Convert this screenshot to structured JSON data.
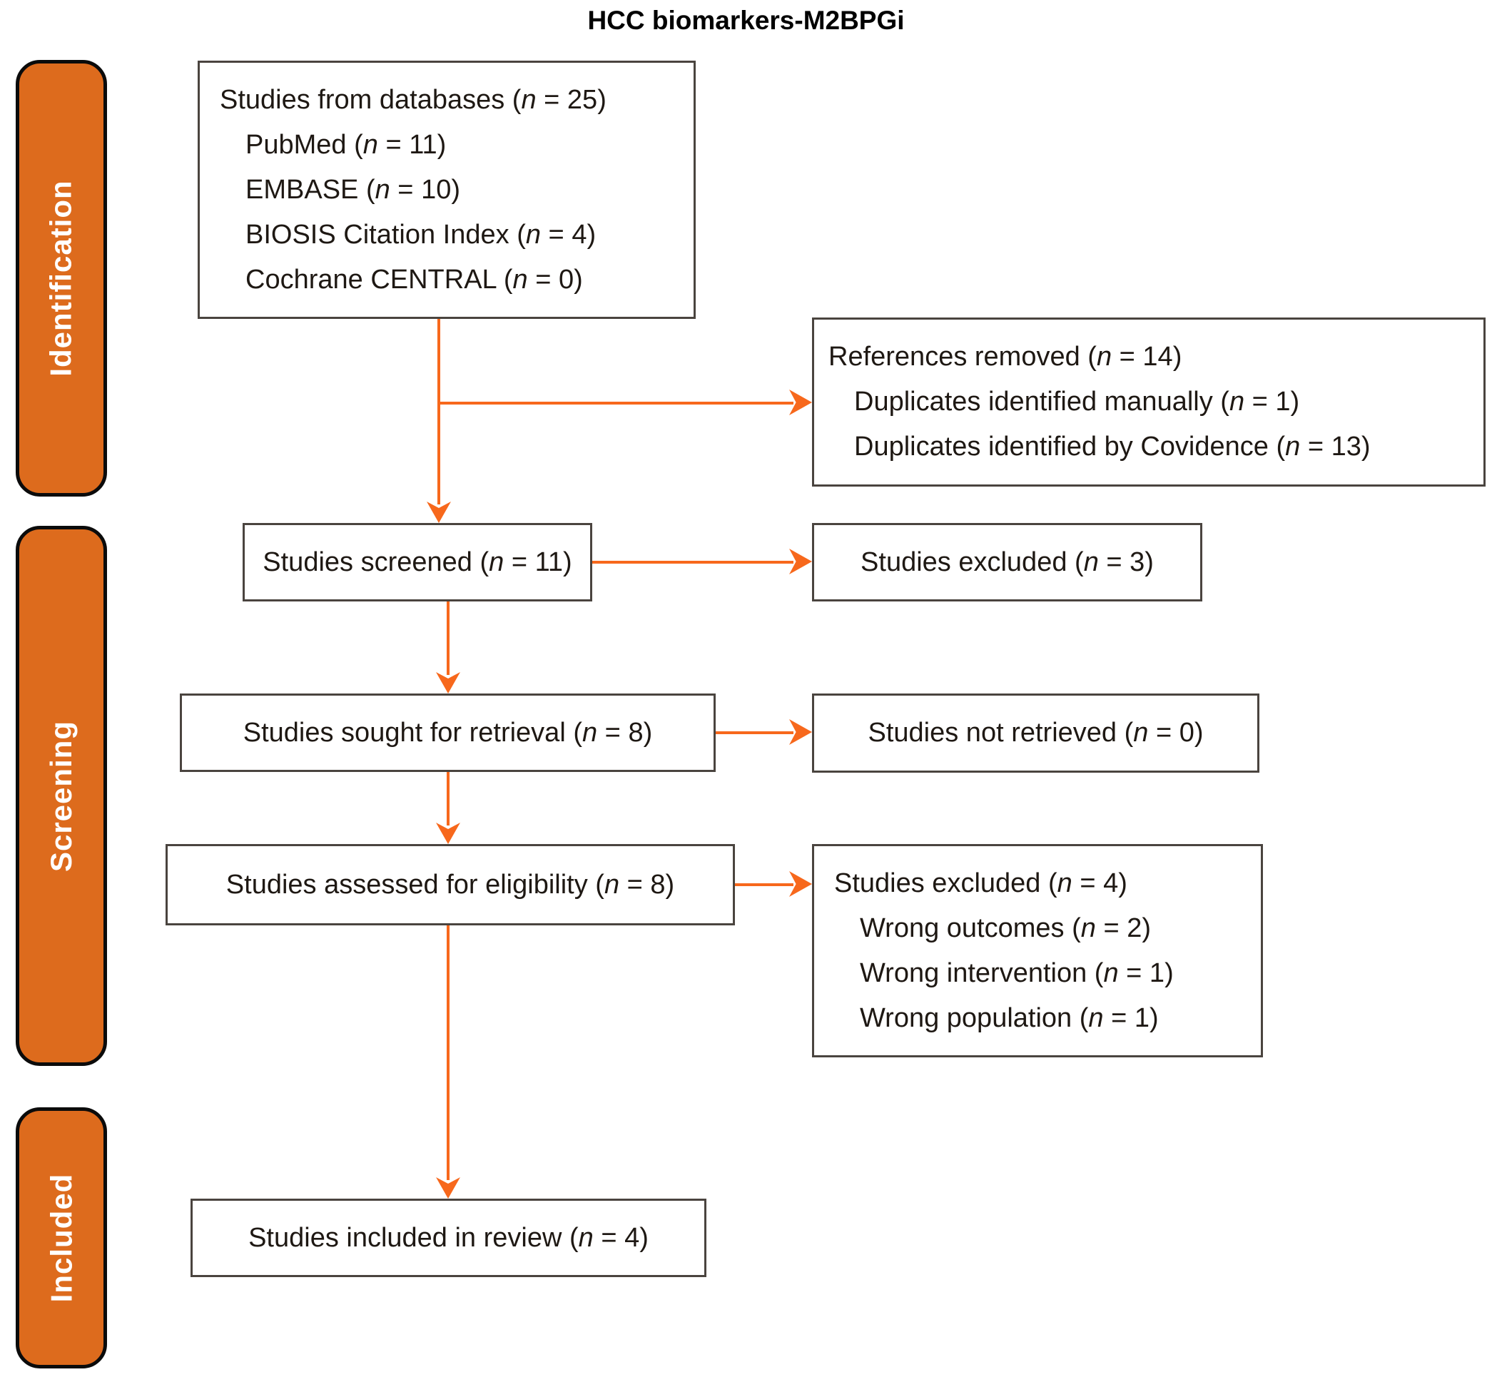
{
  "title": "HCC biomarkers-M2BPGi",
  "n_symbol": "n",
  "colors": {
    "accent_orange": "#f7681c",
    "stage_fill": "#dd6b1d",
    "box_border": "#4a443f",
    "text": "#1e1813"
  },
  "stages": [
    {
      "label": "Identification"
    },
    {
      "label": "Screening"
    },
    {
      "label": "Included"
    }
  ],
  "boxes": [
    {
      "id": "databases",
      "lines": [
        {
          "text": "Studies from databases",
          "n": "25",
          "indent": false
        },
        {
          "text": "PubMed",
          "n": "11",
          "indent": true
        },
        {
          "text": "EMBASE",
          "n": "10",
          "indent": true
        },
        {
          "text": "BIOSIS Citation Index",
          "n": "4",
          "indent": true
        },
        {
          "text": "Cochrane CENTRAL",
          "n": "0",
          "indent": true
        }
      ]
    },
    {
      "id": "references-removed",
      "lines": [
        {
          "text": "References removed",
          "n": "14",
          "indent": false
        },
        {
          "text": "Duplicates identified manually",
          "n": "1",
          "indent": true
        },
        {
          "text": "Duplicates identified by Covidence",
          "n": "13",
          "indent": true
        }
      ]
    },
    {
      "id": "screened",
      "lines": [
        {
          "text": "Studies screened",
          "n": "11",
          "indent": false
        }
      ]
    },
    {
      "id": "excluded-screening",
      "lines": [
        {
          "text": "Studies excluded",
          "n": "3",
          "indent": false
        }
      ]
    },
    {
      "id": "sought",
      "lines": [
        {
          "text": "Studies sought for retrieval",
          "n": "8",
          "indent": false
        }
      ]
    },
    {
      "id": "not-retrieved",
      "lines": [
        {
          "text": "Studies not retrieved",
          "n": "0",
          "indent": false
        }
      ]
    },
    {
      "id": "assessed",
      "lines": [
        {
          "text": "Studies assessed for eligibility",
          "n": "8",
          "indent": false
        }
      ]
    },
    {
      "id": "excluded-eligibility",
      "lines": [
        {
          "text": "Studies excluded",
          "n": "4",
          "indent": false
        },
        {
          "text": "Wrong outcomes",
          "n": "2",
          "indent": true
        },
        {
          "text": "Wrong intervention",
          "n": "1",
          "indent": true
        },
        {
          "text": "Wrong population",
          "n": "1",
          "indent": true
        }
      ]
    },
    {
      "id": "included-review",
      "lines": [
        {
          "text": "Studies included in review",
          "n": "4",
          "indent": false
        }
      ]
    }
  ]
}
